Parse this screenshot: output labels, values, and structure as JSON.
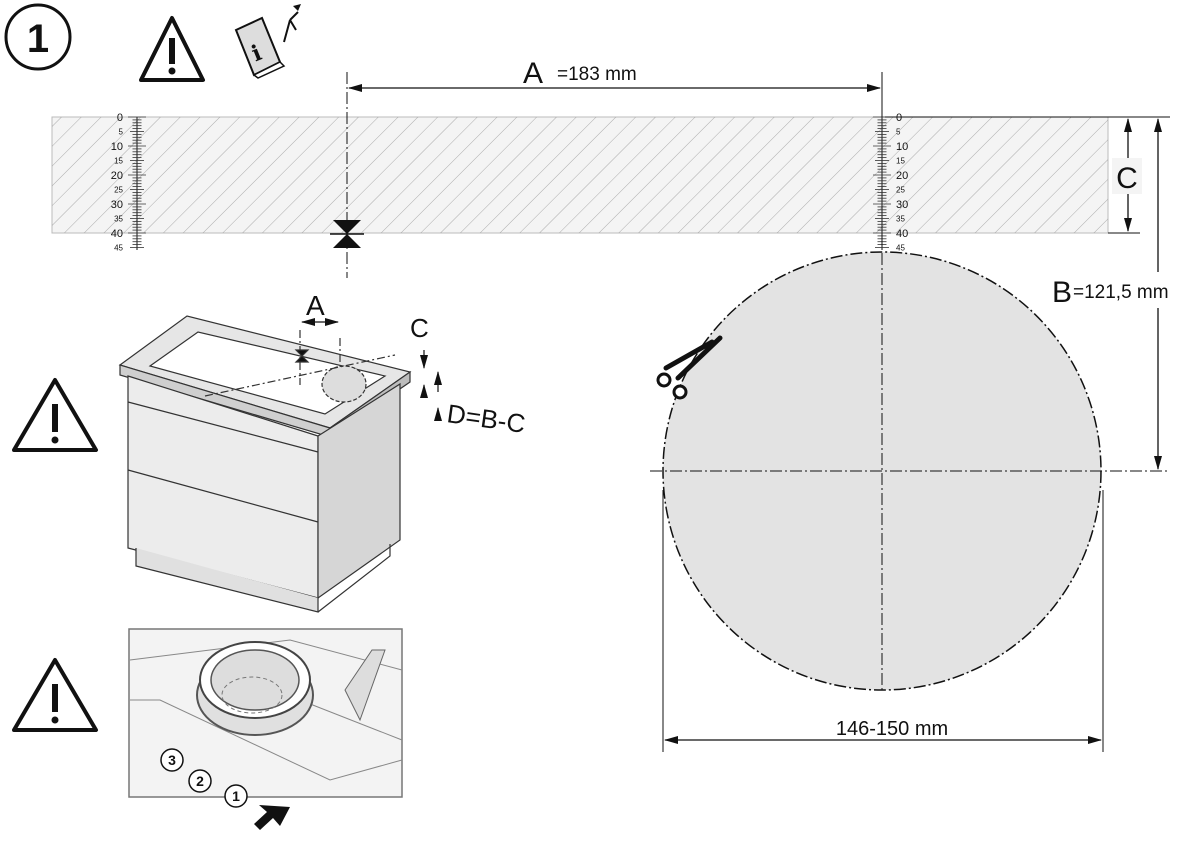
{
  "step_number": "1",
  "top_dimension": {
    "letter": "A",
    "value": "=183 mm"
  },
  "ruler_labels": [
    "0",
    "5",
    "10",
    "15",
    "20",
    "25",
    "30",
    "35",
    "40",
    "45"
  ],
  "c_label": "C",
  "b_dimension": {
    "letter": "B",
    "value": "=121,5 mm"
  },
  "cabinet": {
    "a_label": "A",
    "c_label": "C",
    "d_label": "D=B-C"
  },
  "diameter_label": "146-150 mm",
  "callouts": [
    "1",
    "2",
    "3"
  ],
  "colors": {
    "line": "#111111",
    "hatch_fill": "#f2f2f2",
    "circle_fill": "#e3e3e3"
  }
}
